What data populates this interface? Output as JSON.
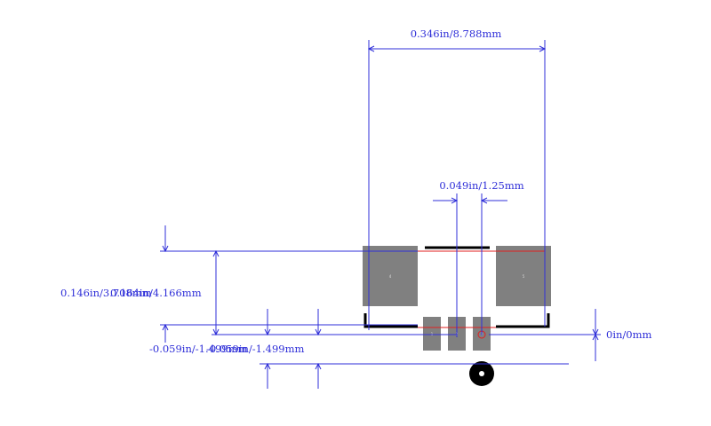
{
  "dimensions": {
    "width_top": "0.346in/8.788mm",
    "pitch": "0.049in/1.25mm",
    "height_overlap_a": "0.146in/3.708mm",
    "height_overlap_b": "0.164in/4.166mm",
    "left_offset_a": "-0.059in/-1.499mm",
    "left_offset_b": "-0.059in/-1.499mm",
    "zero_ref": "0in/0mm"
  },
  "pads": {
    "large_left": "4",
    "large_right": "5",
    "small_1": "1",
    "small_2": "2",
    "small_3": "3"
  },
  "colors": {
    "dimension": "#2f2fd8",
    "pad": "#808080",
    "silkscreen": "#000000",
    "courtyard": "#e02020"
  }
}
